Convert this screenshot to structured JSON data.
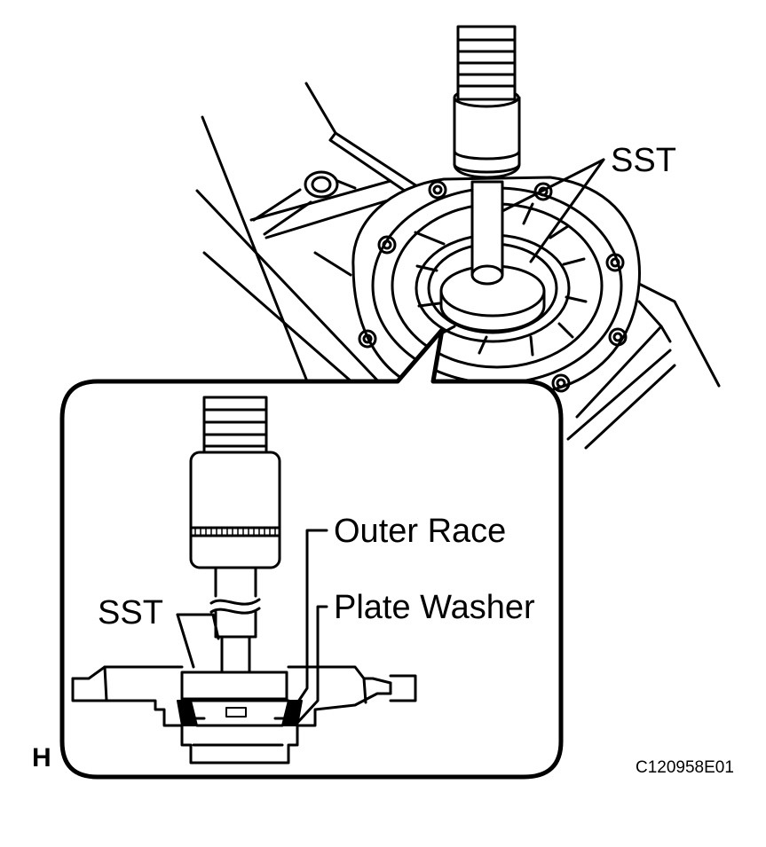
{
  "labels": {
    "sst_top": "SST",
    "outer_race": "Outer Race",
    "sst_inset": "SST",
    "plate_washer": "Plate Washer",
    "view_letter": "H",
    "figure_code": "C120958E01"
  }
}
